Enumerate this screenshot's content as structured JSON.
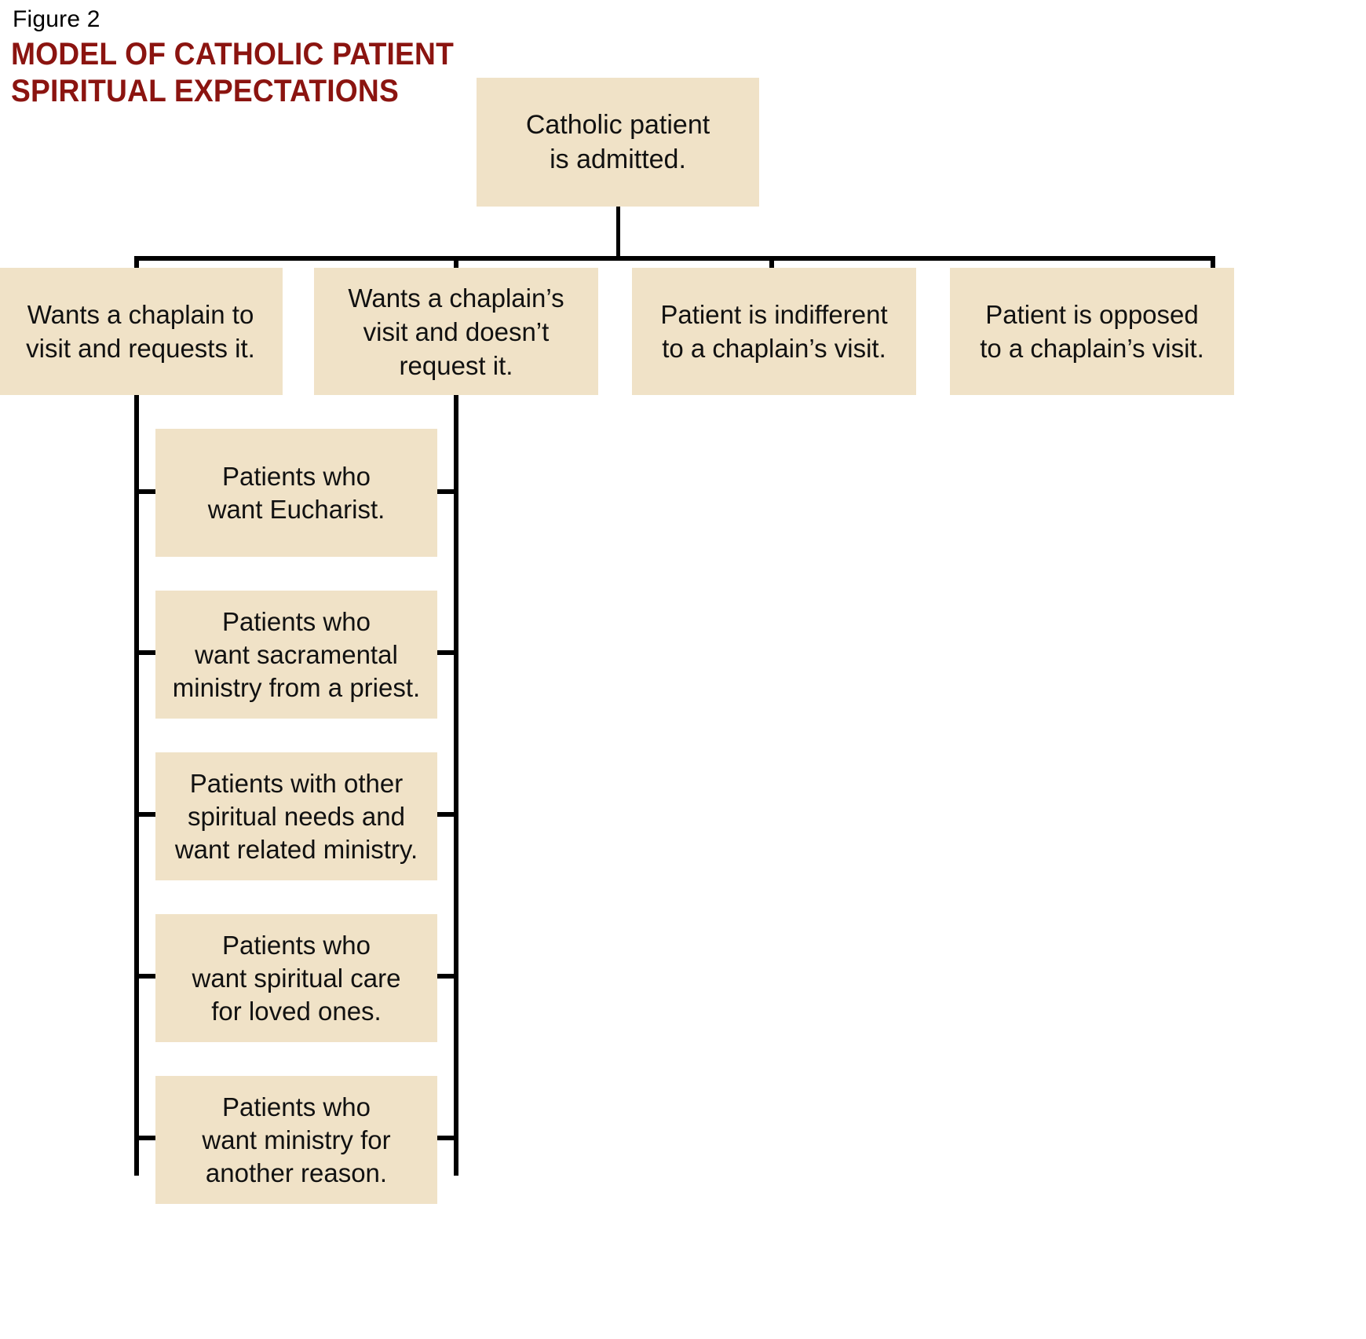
{
  "figure": {
    "label": "Figure 2",
    "title": "MODEL OF CATHOLIC PATIENT\nSPIRITUAL EXPECTATIONS",
    "title_color": "#8B1410",
    "box_fill": "#F0E2C7",
    "connector_color": "#000000",
    "text_color": "#111111",
    "background": "#FFFFFF"
  },
  "chart_data": {
    "type": "diagram",
    "diagram_kind": "flowchart-tree",
    "title": "MODEL OF CATHOLIC PATIENT SPIRITUAL EXPECTATIONS",
    "root": {
      "id": "root",
      "label": "Catholic patient\nis admitted."
    },
    "level1": [
      {
        "id": "l1-a",
        "label": "Wants a chaplain to\nvisit and requests it."
      },
      {
        "id": "l1-b",
        "label": "Wants a chaplain’s\nvisit and doesn’t\nrequest it."
      },
      {
        "id": "l1-c",
        "label": "Patient is indifferent\nto a chaplain’s visit."
      },
      {
        "id": "l1-d",
        "label": "Patient is opposed\nto a chaplain’s visit."
      }
    ],
    "leaves": [
      {
        "id": "leaf-1",
        "label": "Patients who\nwant Eucharist."
      },
      {
        "id": "leaf-2",
        "label": "Patients who\nwant sacramental\nministry from a priest."
      },
      {
        "id": "leaf-3",
        "label": "Patients with other\nspiritual needs and\nwant related ministry."
      },
      {
        "id": "leaf-4",
        "label": "Patients who\nwant spiritual care\nfor loved ones."
      },
      {
        "id": "leaf-5",
        "label": "Patients who\nwant ministry for\nanother reason."
      }
    ],
    "edges": [
      {
        "from": "root",
        "to": "l1-a"
      },
      {
        "from": "root",
        "to": "l1-b"
      },
      {
        "from": "root",
        "to": "l1-c"
      },
      {
        "from": "root",
        "to": "l1-d"
      },
      {
        "from": "l1-a",
        "to": "leaf-1"
      },
      {
        "from": "l1-a",
        "to": "leaf-2"
      },
      {
        "from": "l1-a",
        "to": "leaf-3"
      },
      {
        "from": "l1-a",
        "to": "leaf-4"
      },
      {
        "from": "l1-a",
        "to": "leaf-5"
      },
      {
        "from": "l1-b",
        "to": "leaf-1"
      },
      {
        "from": "l1-b",
        "to": "leaf-2"
      },
      {
        "from": "l1-b",
        "to": "leaf-3"
      },
      {
        "from": "l1-b",
        "to": "leaf-4"
      },
      {
        "from": "l1-b",
        "to": "leaf-5"
      }
    ]
  }
}
